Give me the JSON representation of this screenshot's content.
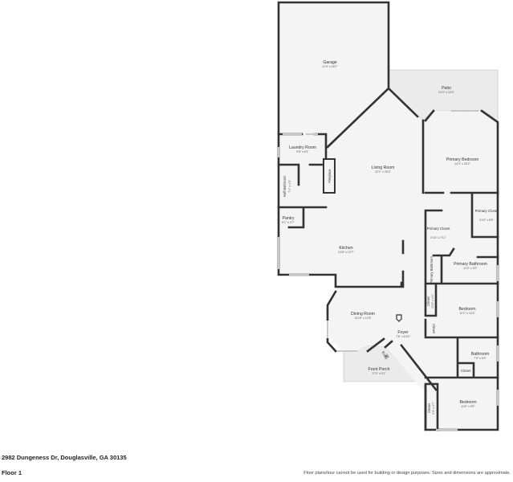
{
  "address": "2982 Dungeness Dr, Douglasville, GA 30135",
  "floor_label": "Floor 1",
  "disclaimer": "Floor plans/tour cannot be used for building or design purposes. Sizes and dimensions are approximate.",
  "rooms": {
    "garage": {
      "name": "Garage",
      "dims": "21'9\" x 25'7\""
    },
    "patio": {
      "name": "Patio",
      "dims": "21'0\" x 10'4\""
    },
    "laundry": {
      "name": "Laundry Room",
      "dims": "9'5\" x 6'1\""
    },
    "living": {
      "name": "Living Room",
      "dims": "22'1\" x 25'4\""
    },
    "fireplace": {
      "name": "Fireplace"
    },
    "primary_bedroom": {
      "name": "Primary Bedroom",
      "dims": "14'3\" x 25'2\""
    },
    "half_bath": {
      "name": "Half Bathroom",
      "dims": "7'4\" x 4'3\""
    },
    "pantry": {
      "name": "Pantry",
      "dims": "5'1\" x 3'7\""
    },
    "kitchen": {
      "name": "Kitchen",
      "dims": "24'8\" x 13'7\""
    },
    "primary_closet_1": {
      "name": "Primary Closet",
      "dims": "4'10\" x 8'5\""
    },
    "primary_closet_2": {
      "name": "Primary Closet",
      "dims": "4'10\" x 7'11\""
    },
    "primary_bathroom": {
      "name": "Primary Bathroom",
      "dims": "11'0\" x 9'2\""
    },
    "primary_bathroom_small": {
      "name": "Primary Bathroom"
    },
    "dining": {
      "name": "Dining Room",
      "dims": "13'10\" x 12'6\""
    },
    "foyer": {
      "name": "Foyer",
      "dims": "7'6\" x 6'10\""
    },
    "entry": {
      "name": "Entry"
    },
    "front_porch": {
      "name": "Front Porch",
      "dims": "17'0\" x 9'1\""
    },
    "bedroom_1": {
      "name": "Bedroom",
      "dims": "12'1\" x 10'0\""
    },
    "closet_1": {
      "name": "Closet",
      "dims": "1'10\" x 4'4\""
    },
    "closet_2": {
      "name": "Closet"
    },
    "bathroom": {
      "name": "Bathroom",
      "dims": "7'9\" x 8'0\""
    },
    "closet_3": {
      "name": "Closet"
    },
    "bedroom_2": {
      "name": "Bedroom",
      "dims": "11'6\" x 9'9\""
    },
    "closet_4": {
      "name": "Closet",
      "dims": "2'5\" x 2'7\""
    }
  }
}
